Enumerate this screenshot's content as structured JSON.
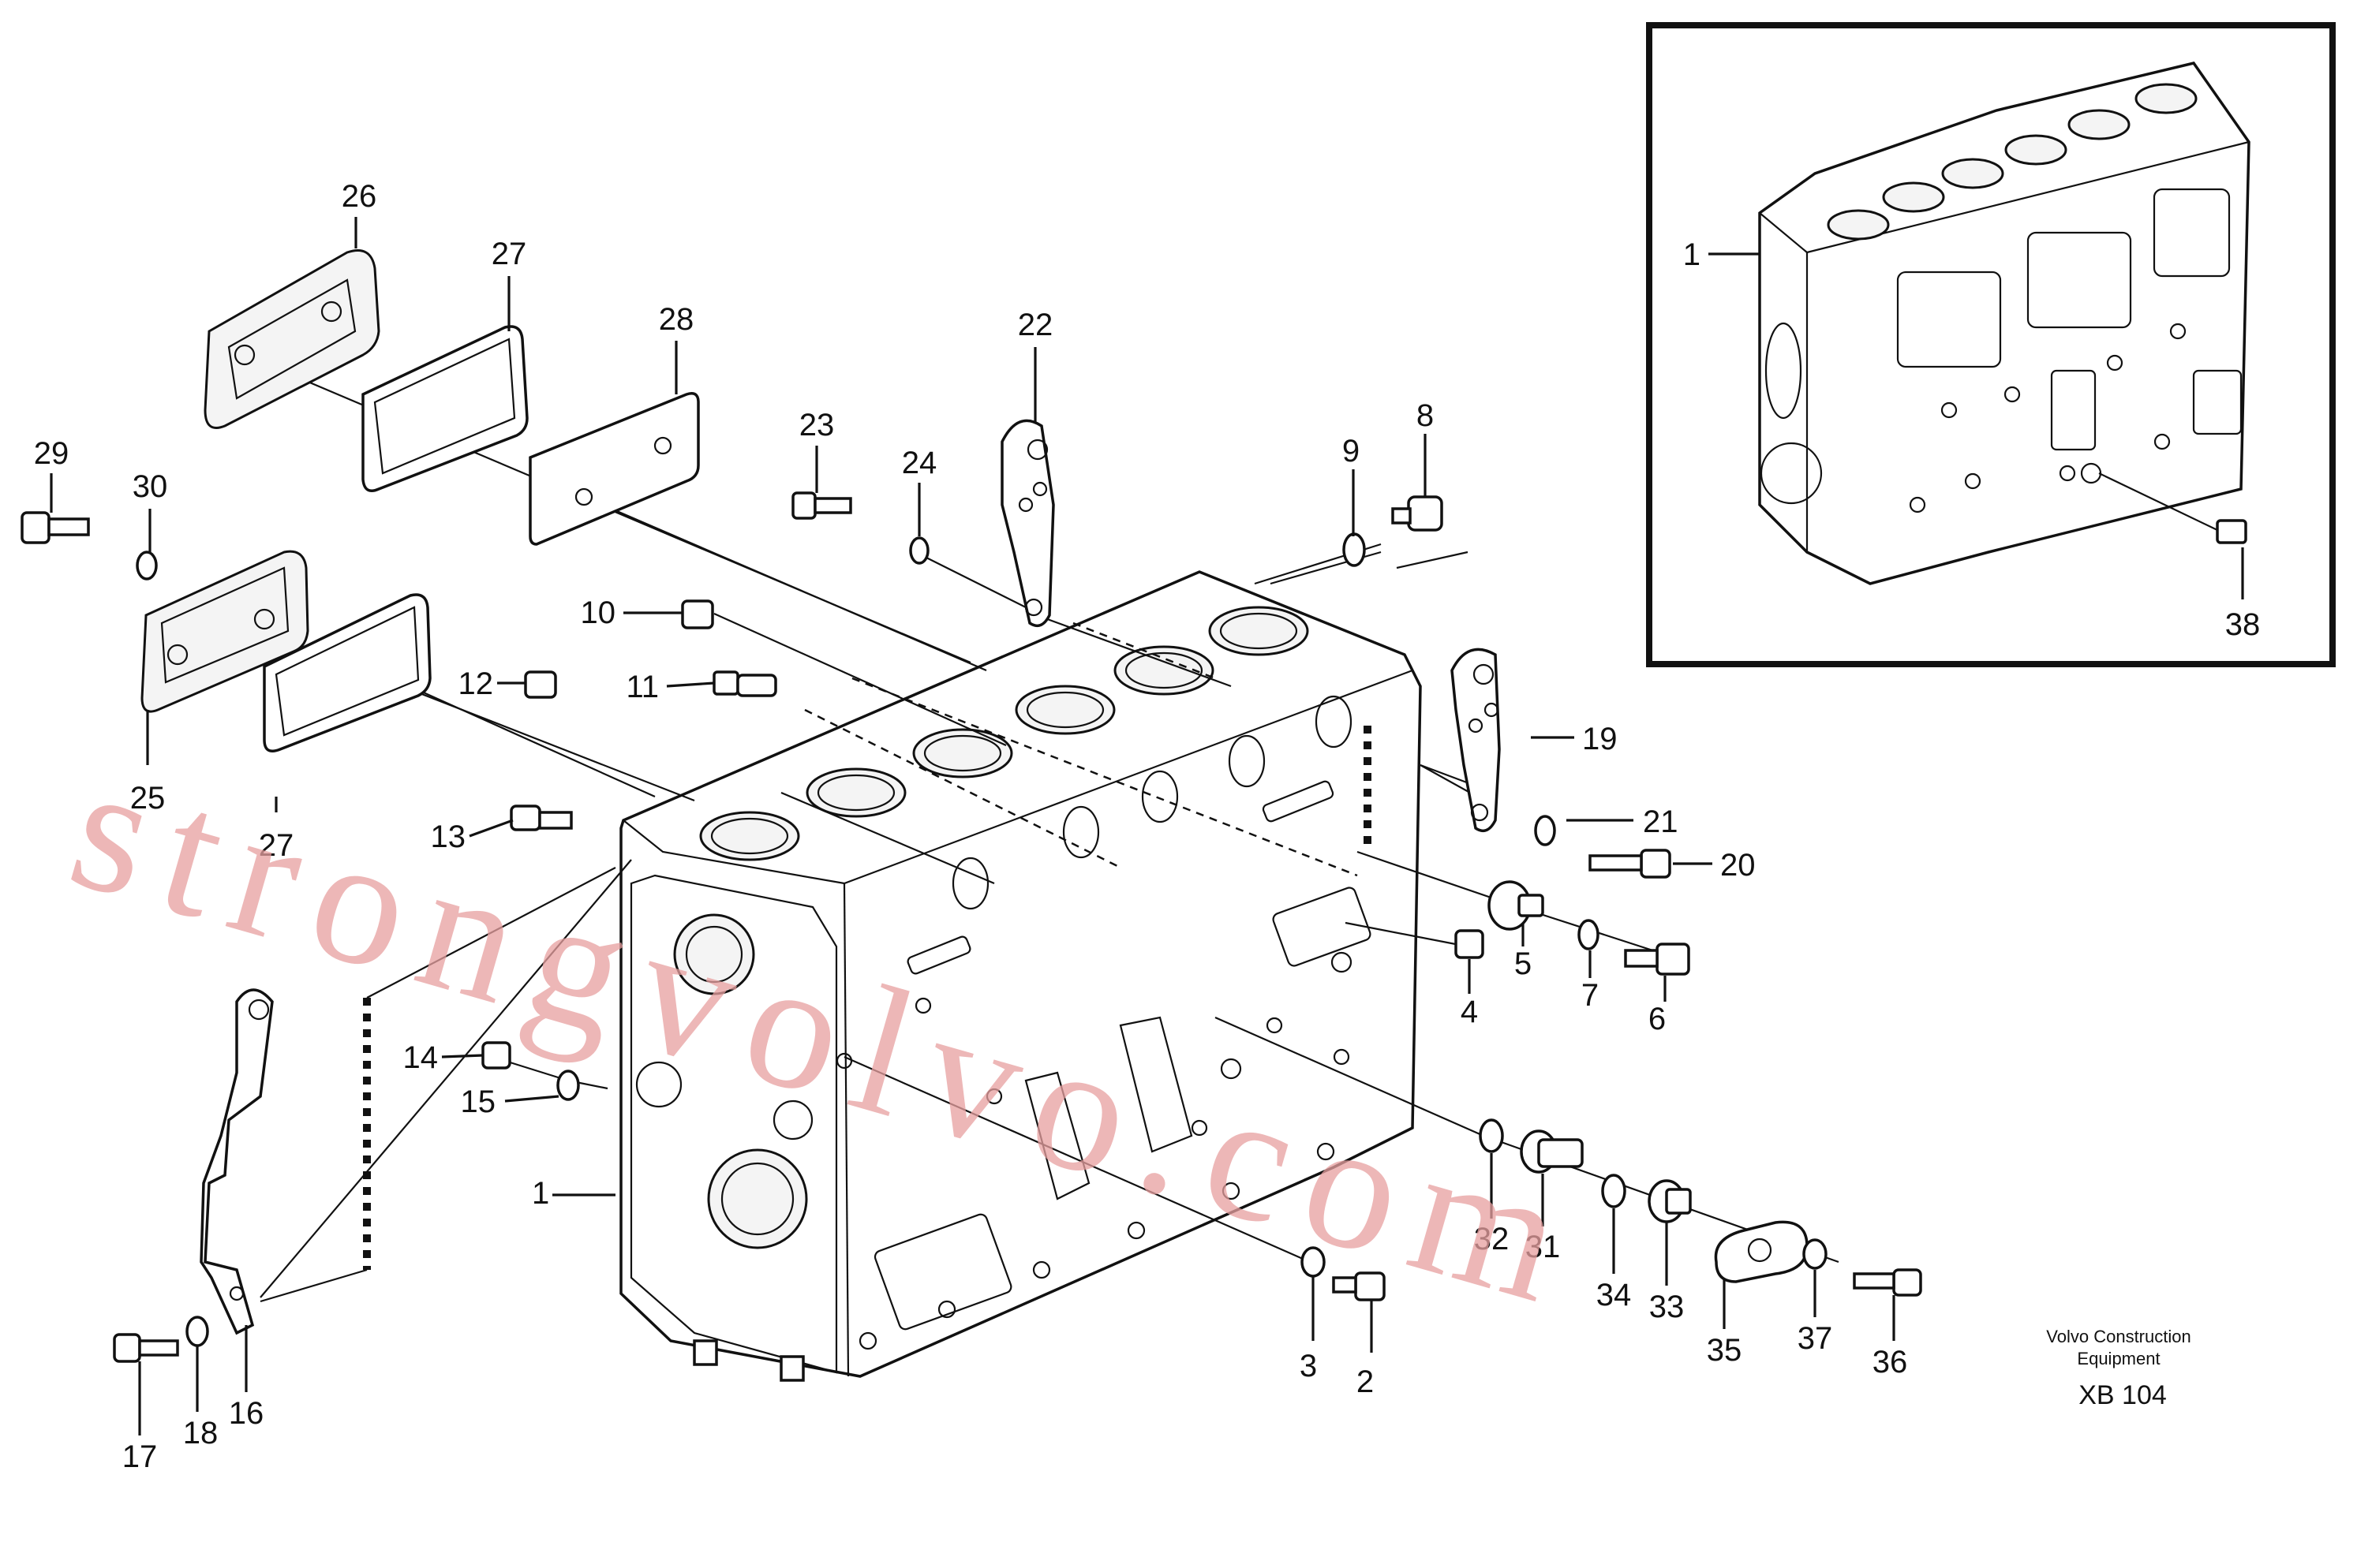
{
  "diagram": {
    "callouts": [
      {
        "id": "1"
      },
      {
        "id": "2"
      },
      {
        "id": "3"
      },
      {
        "id": "4"
      },
      {
        "id": "5"
      },
      {
        "id": "6"
      },
      {
        "id": "7"
      },
      {
        "id": "8"
      },
      {
        "id": "9"
      },
      {
        "id": "10"
      },
      {
        "id": "11"
      },
      {
        "id": "12"
      },
      {
        "id": "13"
      },
      {
        "id": "14"
      },
      {
        "id": "15"
      },
      {
        "id": "16"
      },
      {
        "id": "17"
      },
      {
        "id": "18"
      },
      {
        "id": "19"
      },
      {
        "id": "20"
      },
      {
        "id": "21"
      },
      {
        "id": "22"
      },
      {
        "id": "23"
      },
      {
        "id": "24"
      },
      {
        "id": "25"
      },
      {
        "id": "26"
      },
      {
        "id": "27"
      },
      {
        "id": "27"
      },
      {
        "id": "28"
      },
      {
        "id": "29"
      },
      {
        "id": "30"
      },
      {
        "id": "31"
      },
      {
        "id": "32"
      },
      {
        "id": "33"
      },
      {
        "id": "34"
      },
      {
        "id": "35"
      },
      {
        "id": "36"
      },
      {
        "id": "37"
      },
      {
        "id": "1"
      },
      {
        "id": "38"
      }
    ],
    "brand_line1": "Volvo Construction",
    "brand_line2": "Equipment",
    "code": "XB 104",
    "watermark": "strongvolvo.com",
    "watermark_color": "#e8a0a0"
  }
}
